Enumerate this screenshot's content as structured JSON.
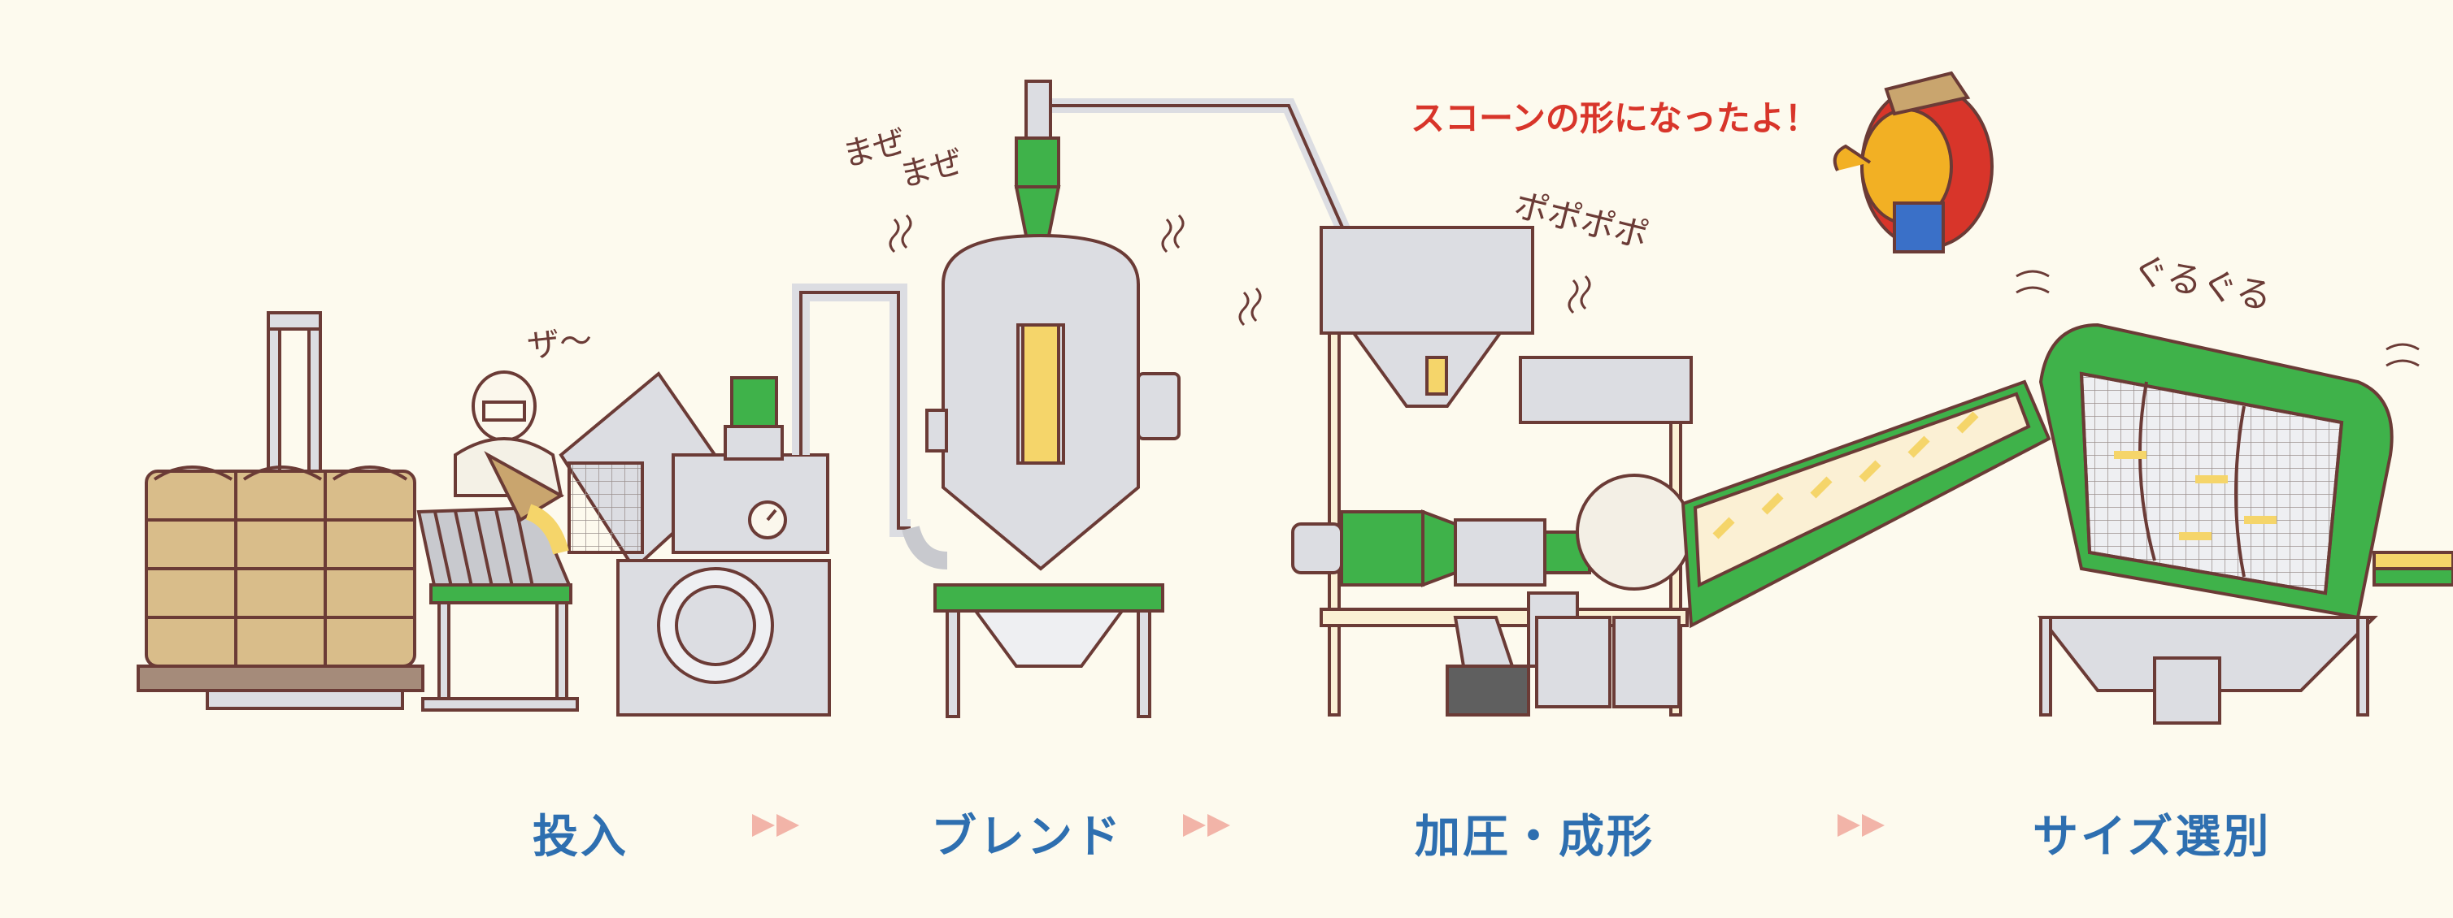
{
  "steps": [
    {
      "label": "投入"
    },
    {
      "label": "ブレンド"
    },
    {
      "label": "加圧・成形"
    },
    {
      "label": "サイズ選別"
    }
  ],
  "sounds": {
    "pour": "ザ〜",
    "mix1": "まぜ",
    "mix2": "まぜ",
    "pop": "ポポポポ",
    "spin": "ぐるぐる"
  },
  "speech": "スコーンの形になったよ！",
  "colors": {
    "background": "#fdfaee",
    "green": "#3fb24a",
    "label_blue": "#2e6fb0",
    "speech_red": "#d8352a",
    "outline": "#6b3b36",
    "metal": "#dcdde2",
    "arrow_pink": "#f2b4a8",
    "scone": "#f5d56a",
    "bag": "#d9bd8a"
  }
}
